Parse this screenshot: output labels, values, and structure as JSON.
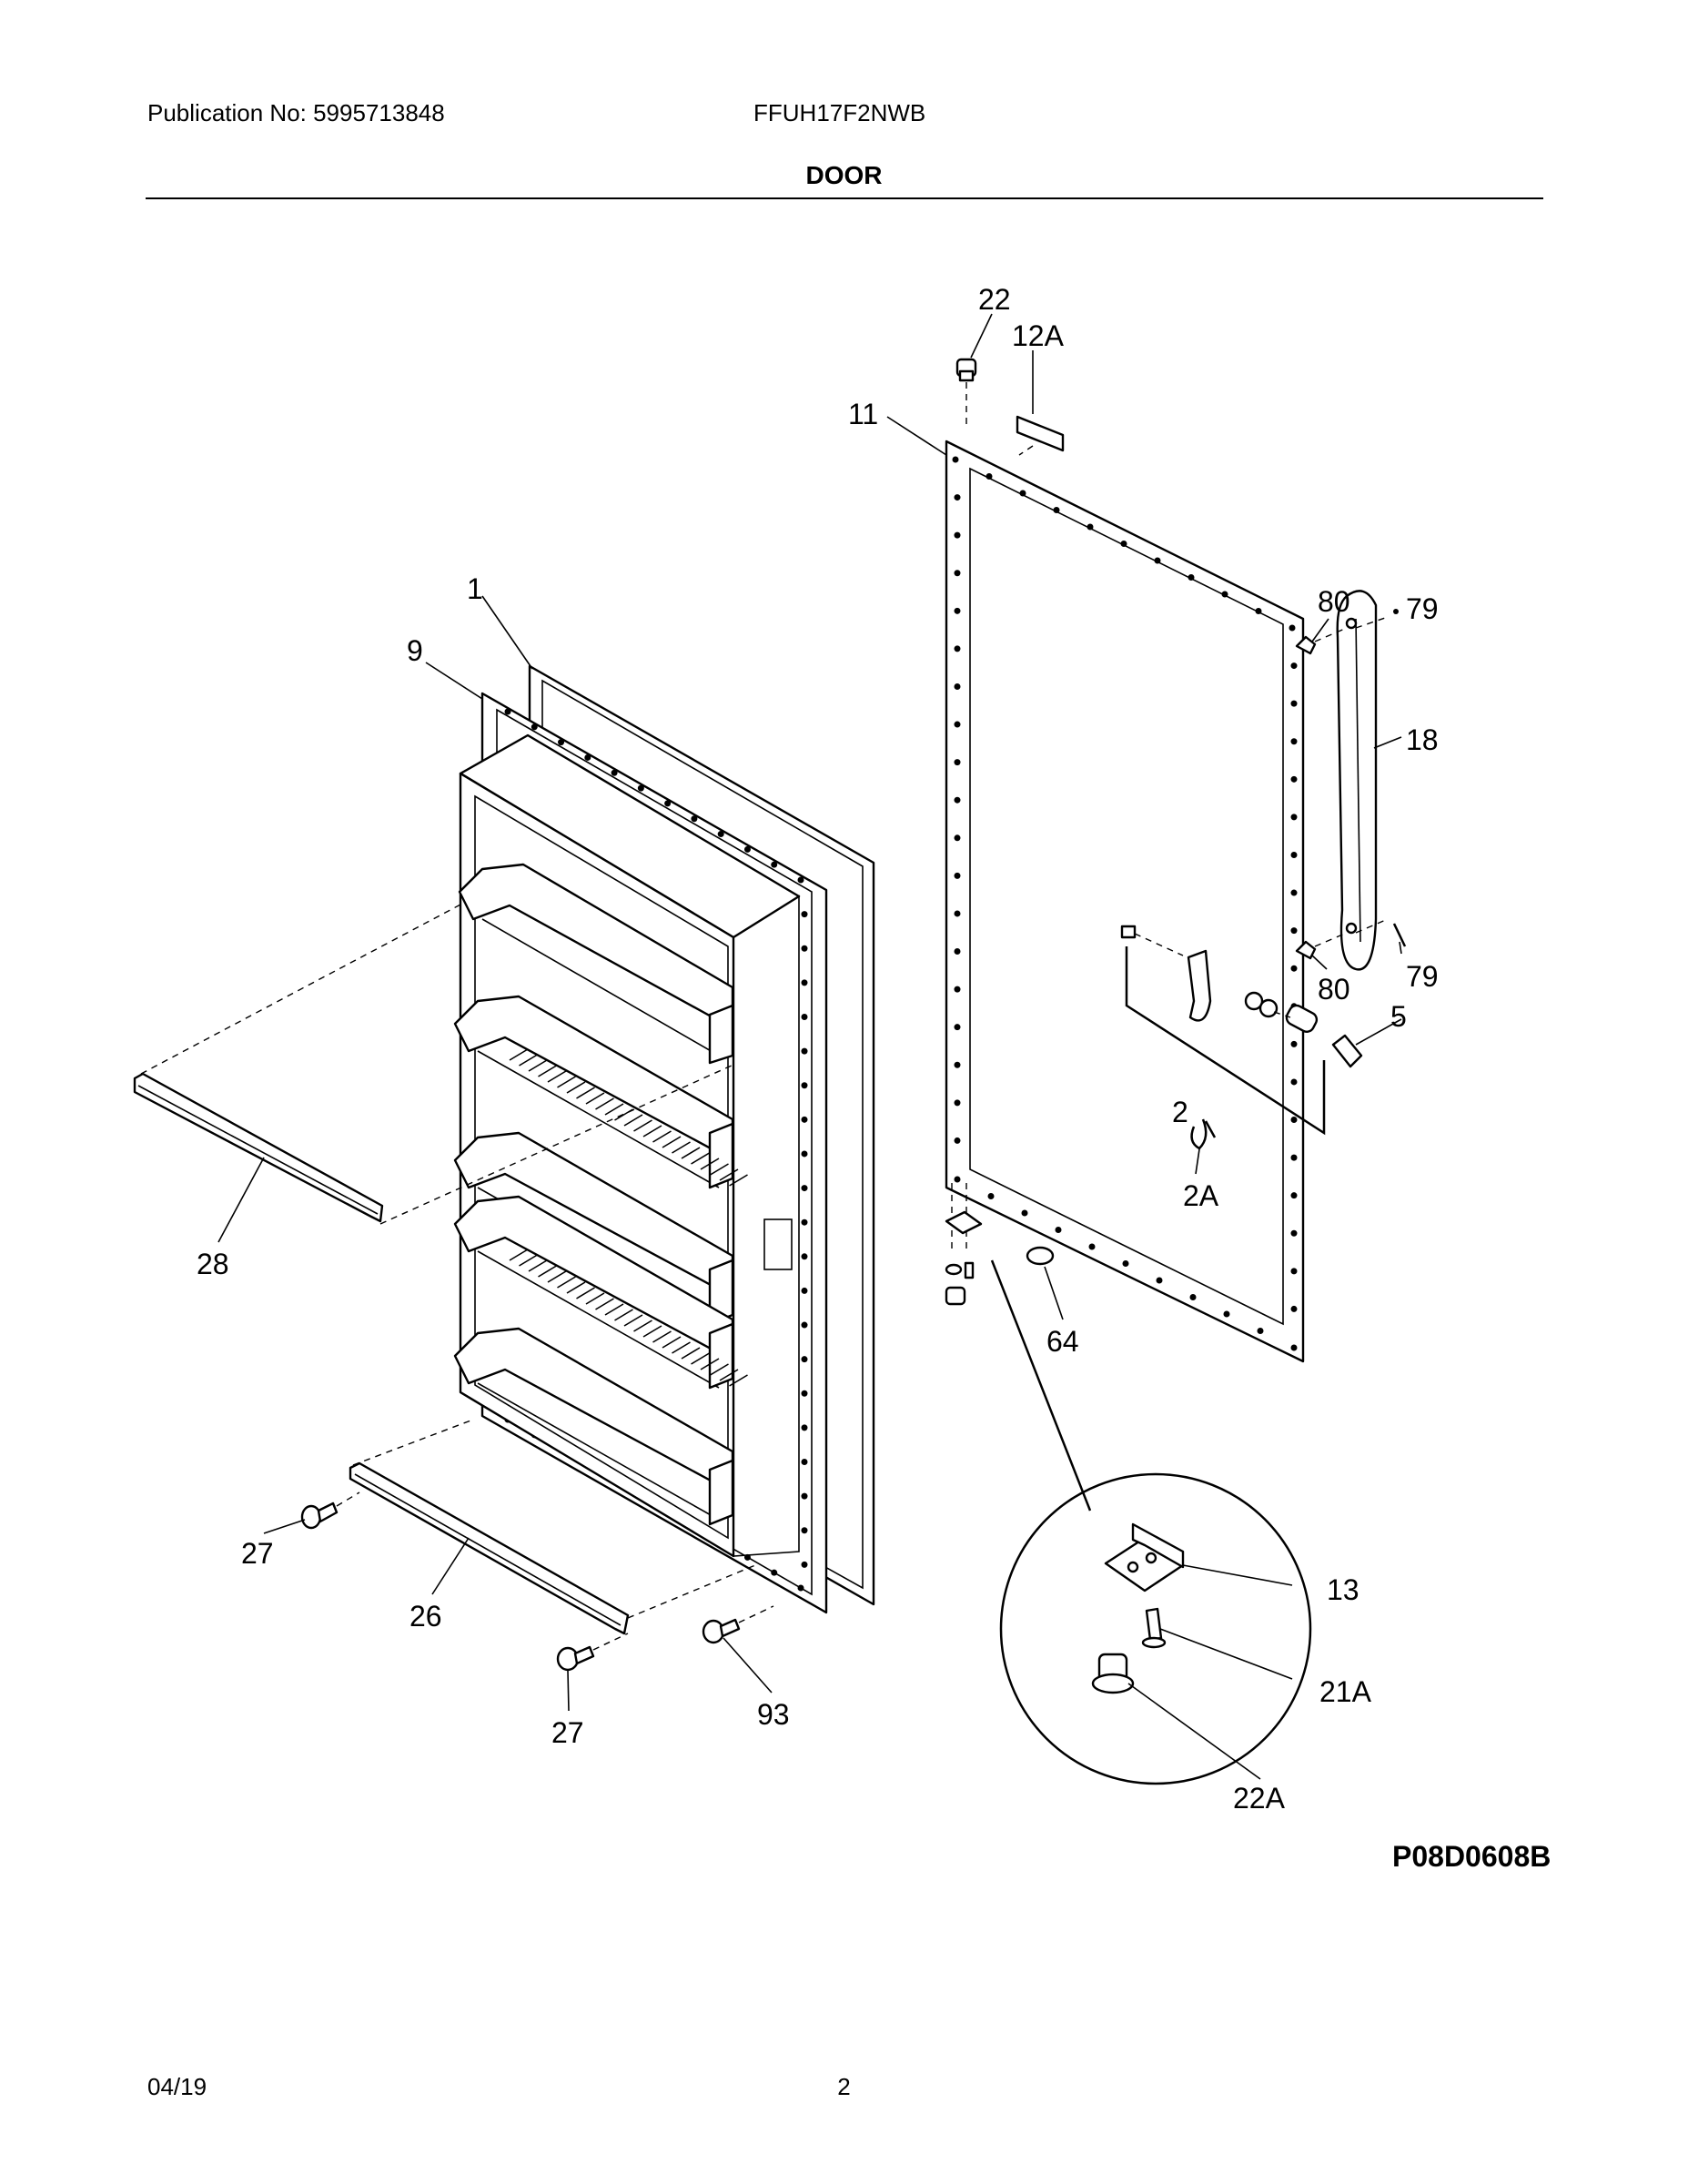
{
  "header": {
    "publication": "Publication No: 5995713848",
    "model": "FFUH17F2NWB",
    "title": "DOOR"
  },
  "diagram": {
    "drawing_id": "P08D0608B",
    "callouts": {
      "c1": "1",
      "c9": "9",
      "c11": "11",
      "c12a": "12A",
      "c22": "22",
      "c80a": "80",
      "c79a": "79",
      "c18": "18",
      "c80b": "80",
      "c79b": "79",
      "c5": "5",
      "c2": "2",
      "c2a": "2A",
      "c64": "64",
      "c28": "28",
      "c27a": "27",
      "c26": "26",
      "c27b": "27",
      "c93": "93",
      "c13": "13",
      "c21a": "21A",
      "c22a": "22A"
    }
  },
  "footer": {
    "date": "04/19",
    "page": "2"
  }
}
